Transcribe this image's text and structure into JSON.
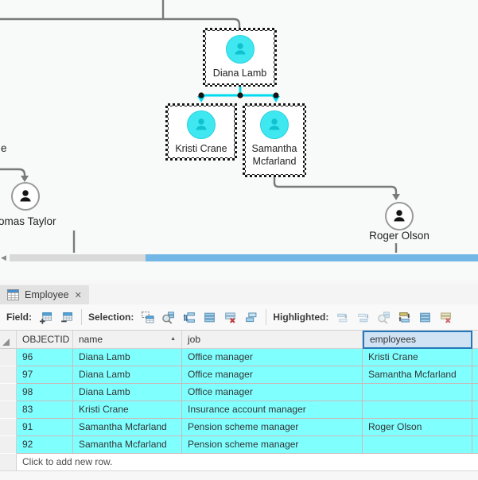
{
  "icons": {
    "close": "✕",
    "scroll_left": "◀",
    "sort_asc": "▲"
  },
  "colors": {
    "selection_cyan_edge": "#00dcef",
    "row_highlight": "#80ffff",
    "avatar_fill": "#3fe8f0",
    "avatar_person": "#10c2cf",
    "scrollbar_thumb": "#72b7e6",
    "selected_header_border": "#2677b8",
    "edge_gray": "#7a7a7a"
  },
  "diagram": {
    "nodes": {
      "partial": {
        "label": "e",
        "selected": false
      },
      "diana": {
        "label": "Diana Lamb",
        "selected": true
      },
      "kristi": {
        "label": "Kristi Crane",
        "selected": true
      },
      "samantha": {
        "label": "Samantha Mcfarland",
        "selected": true
      },
      "thomas": {
        "label": "omas Taylor",
        "selected": false
      },
      "roger": {
        "label": "Roger Olson",
        "selected": false
      }
    }
  },
  "tab": {
    "title": "Employee"
  },
  "toolbar": {
    "field_label": "Field:",
    "selection_label": "Selection:",
    "highlighted_label": "Highlighted:",
    "field_icons": [
      "add-field",
      "delete-field"
    ],
    "selection_icons": [
      "select-by-attributes",
      "zoom-to-selection",
      "switch-selection",
      "select-all",
      "clear-selection",
      "copy-rows"
    ],
    "highlighted_icons": [
      "highlight",
      "unhighlight",
      "zoom-to-highlighted",
      "switch-highlighted",
      "select-highlighted-rows",
      "clear-highlighted"
    ]
  },
  "table": {
    "columns": {
      "objectid": "OBJECTID *",
      "name": "name",
      "job": "job",
      "employees": "employees"
    },
    "sorted_column": "name",
    "sort_direction": "ascending",
    "selected_column": "employees",
    "rows": [
      {
        "objectid": "96",
        "name": "Diana Lamb",
        "job": "Office manager",
        "employees": "Kristi Crane"
      },
      {
        "objectid": "97",
        "name": "Diana Lamb",
        "job": "Office manager",
        "employees": "Samantha Mcfarland"
      },
      {
        "objectid": "98",
        "name": "Diana Lamb",
        "job": "Office manager",
        "employees": ""
      },
      {
        "objectid": "83",
        "name": "Kristi Crane",
        "job": "Insurance account manager",
        "employees": ""
      },
      {
        "objectid": "91",
        "name": "Samantha Mcfarland",
        "job": "Pension scheme manager",
        "employees": "Roger Olson"
      },
      {
        "objectid": "92",
        "name": "Samantha Mcfarland",
        "job": "Pension scheme manager",
        "employees": ""
      }
    ],
    "new_row_hint": "Click to add new row."
  }
}
